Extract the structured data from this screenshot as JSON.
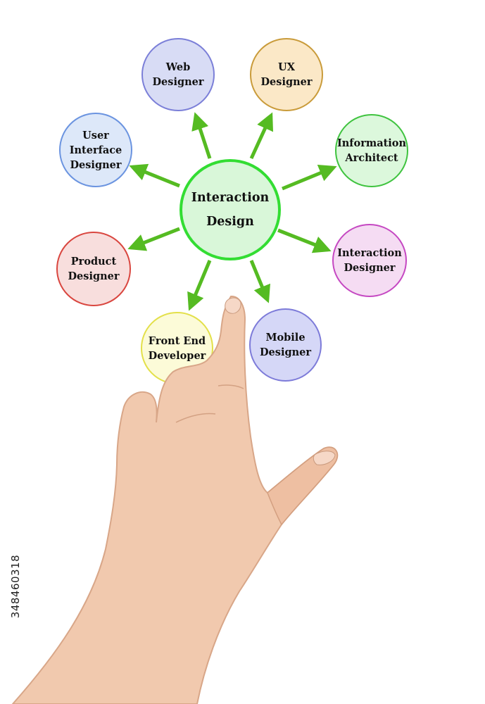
{
  "diagram": {
    "hub": {
      "label": "Interaction\nDesign",
      "fill": "#d9f7d9",
      "stroke": "#33dd33"
    },
    "roles": [
      {
        "key": "web-designer",
        "label": "Web Designer",
        "fill": "#d8dcf5",
        "stroke": "#7b7fd8"
      },
      {
        "key": "ux-designer",
        "label": "UX Designer",
        "fill": "#fbe8c7",
        "stroke": "#c99b3a"
      },
      {
        "key": "information-architect",
        "label": "Information\nArchitect",
        "fill": "#dcf8dc",
        "stroke": "#3fc33f"
      },
      {
        "key": "interaction-designer",
        "label": "Interaction\nDesigner",
        "fill": "#f5dcf3",
        "stroke": "#c548c2"
      },
      {
        "key": "mobile-designer",
        "label": "Mobile\nDesigner",
        "fill": "#d5d7f7",
        "stroke": "#7d7bd9"
      },
      {
        "key": "front-end-developer",
        "label": "Front End\nDeveloper",
        "fill": "#fcfbd8",
        "stroke": "#e3e04a"
      },
      {
        "key": "product-designer",
        "label": "Product\nDesigner",
        "fill": "#f8dedd",
        "stroke": "#d9463f"
      },
      {
        "key": "user-interface-designer",
        "label": "User\nInterface\nDesigner",
        "fill": "#dde8f9",
        "stroke": "#6b94e0"
      }
    ],
    "arrow_color": "#55bb22"
  },
  "stock_id": "348460318"
}
